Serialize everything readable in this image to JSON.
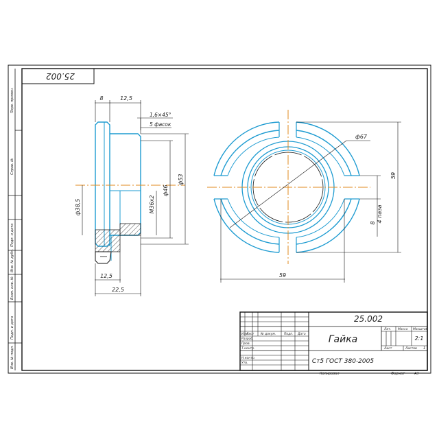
{
  "sheet": {
    "drawing_number": "25.002",
    "drawing_number_rotated": "25.002"
  },
  "side_labels": [
    "Перв. примен.",
    "Справ. №",
    "Подп. и дата",
    "Инв. № дубл.",
    "Взам. инв. №",
    "Подп. и дата",
    "Инв. № подл."
  ],
  "dimensions": {
    "d8": "8",
    "d125_top": "12,5",
    "chamfer": "1,6×45°",
    "chamfer_count": "5 фасок",
    "d53": "ф53",
    "d46": "ф46",
    "thread": "М36х2",
    "d385": "ф38,5",
    "d125_bottom": "12,5",
    "d225": "22,5",
    "d67": "ф67",
    "d59_right": "59",
    "d59_bottom": "59",
    "slot_w": "8",
    "slot_note": "4 паза"
  },
  "title_block": {
    "number": "25.002",
    "name": "Гайка",
    "material": "Ст5 ГОСТ 380-2005",
    "headers": [
      "Изм.",
      "Лист",
      "№ докум.",
      "Подп.",
      "Дата"
    ],
    "roles": [
      "Разраб.",
      "Пров.",
      "Т.контр.",
      "",
      "Н.контр.",
      "Утв."
    ],
    "lit_label": "Лит.",
    "mass_label": "Масса",
    "scale_label": "Масштаб",
    "scale_value": "2:1",
    "sheet_label": "Лист",
    "sheets_label": "Листов",
    "sheets_value": "1",
    "copied": "Копировал",
    "format_label": "Формат",
    "format_value": "А3"
  }
}
